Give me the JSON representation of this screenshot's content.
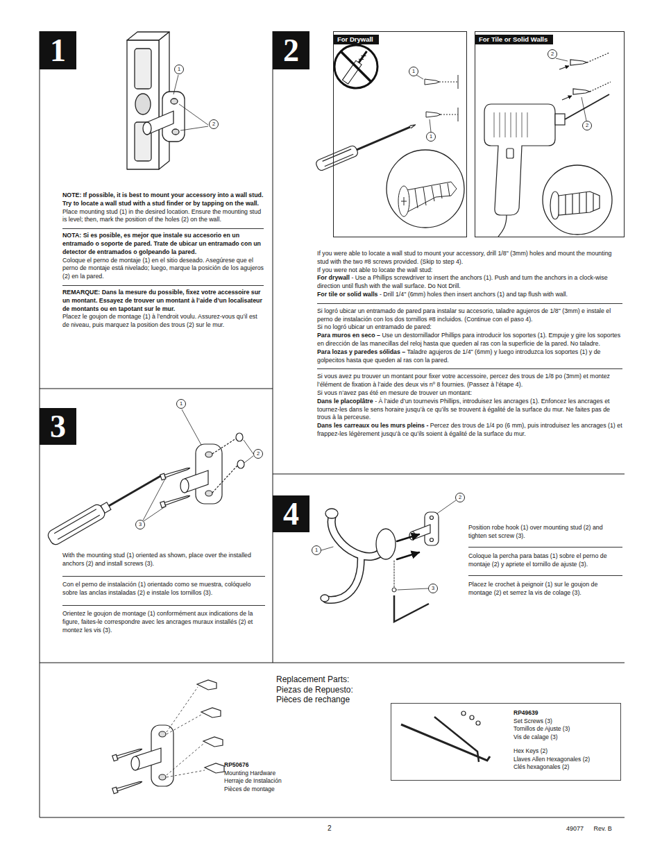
{
  "diagram": {
    "nodes": [
      {
        "text": [
          "1"
        ]
      },
      {
        "text": [
          "1"
        ]
      },
      {
        "text": [
          "2"
        ]
      },
      {
        "text": [
          "2"
        ]
      },
      {
        "text": [
          "For Drywall"
        ]
      },
      {
        "text": [
          "1"
        ],
        "in": 4
      },
      {
        "text": [
          "1"
        ],
        "in": 4
      },
      {
        "text": [
          "For Tile or Solid Walls"
        ]
      },
      {
        "text": [
          "2"
        ],
        "in": 7
      },
      {
        "text": [
          "2"
        ],
        "in": 7
      },
      {
        "text": [
          "3"
        ]
      },
      {
        "text": [
          "1"
        ]
      },
      {
        "text": [
          "2"
        ]
      },
      {
        "text": [
          "3"
        ]
      },
      {
        "text": [
          "4"
        ]
      },
      {
        "text": [
          "2"
        ]
      },
      {
        "text": [
          "1"
        ]
      },
      {
        "text": [
          "3"
        ]
      },
      {
        "text": [
          "RP49639",
          "Set Screws (3)",
          "Tornillos de Ajuste (3)",
          "Vis de calage (3)",
          "Hex Keys (2)",
          "Llaves Allen Hexagonales (2)",
          "Clés hexagonales (2)"
        ]
      }
    ],
    "labels": [
      "NOTE: If possible, it is best to mount your accessory into a wall stud. Try to locate a wall stud with a stud finder or by tapping on the wall.",
      "Place mounting stud (1) in the desired location. Ensure the mounting stud is level; then, mark the position of the holes (2) on the wall.",
      "NOTA: Si es posible, es mejor que instale su accesorio en un entramado o soporte de pared. Trate de ubicar un entramado con un detector de entramados o golpeando la pared.",
      "Coloque el perno de montaje (1) en el sitio deseado. Asegúrese que el perno de montaje está nivelado; luego, marque la posición de los agujeros (2) en la pared.",
      "REMARQUE: Dans la mesure du possible, fixez votre accessoire sur un montant. Essayez de trouver un montant à l’aide d’un localisateur de montants ou en tapotant sur le mur.",
      "Placez le goujon de montage (1) à l’endroit voulu. Assurez-vous qu’il est de niveau, puis marquez la position des trous (2) sur le mur.",
      "If you were able to locate a wall stud to mount your accessory, drill 1/8\" (3mm) holes and mount the mounting stud with the two #8 screws provided. (Skip to step 4).",
      "If you were not able to locate the wall stud:",
      "For drywall",
      "- Use a Phillips screwdriver to insert the anchors (1). Push and turn the anchors in a clock-wise direction until flush with the wall surface. Do Not Drill.",
      "For tile or solid walls",
      "- Drill 1/4\" (6mm) holes then insert anchors (1) and tap flush with wall.",
      "Si logró ubicar un entramado de pared para instalar su accesorio, taladre agujeros de 1/8\" (3mm) e instale el perno de instalación con los dos tornillos #8 incluidos. (Continue con el paso 4).",
      "Si no logró ubicar un entramado de pared:",
      "Para muros en seco –",
      "Use un destornillador Phillips para introducir los soportes (1). Empuje y gire los soportes en dirección de las manecillas del reloj hasta que queden al ras con la superficie de la pared. No taladre.",
      "Para lozas y paredes sólidas –",
      "Taladre agujeros de 1/4\" (6mm) y luego introduzca los soportes (1) y de golpecitos hasta que queden al ras con la pared.",
      "Si vous avez pu trouver un montant pour fixer votre accessoire, percez des trous de 1/8 po (3mm) et montez l’élément de fixation à l’aide des deux vis nº 8 fournies. (Passez à l’étape 4).",
      "Si vous n’avez pas été en mesure de trouver un montant:",
      "Dans le placoplâtre",
      "- À l’aide d’un tournevis Phillips, introduisez les ancrages (1). Enfoncez les ancrages et tournez-les dans le sens horaire jusqu’à ce qu’ils se trouvent à égalité de la surface du mur. Ne faites pas de trous à la perceuse.",
      "Dans les carreaux ou les murs pleins -",
      "Percez des trous de 1/4 po (6 mm), puis introduisez les ancrages (1) et frappez-les légèrement jusqu’à ce qu’ils soient à égalité de la surface du mur.",
      "With the mounting stud (1) oriented as shown, place over the installed anchors (2) and install screws (3).",
      "Con el perno de instalación (1) orientado como se muestra, colóquelo sobre las anclas instaladas (2) e instale los tornillos (3).",
      "Orientez le goujon de montage (1) conformément aux indications de la figure, faites-le correspondre avec les ancrages muraux installés (2) et montez les vis (3).",
      "Position robe hook (1) over mounting stud (2) and tighten set screw (3).",
      "Coloque la percha para batas (1) sobre el perno de montaje (2) y apriete el tornillo de ajuste (3).",
      "Placez le crochet à peignoir (1) sur le goujon de montage (2) et serrez la vis de colage (3).",
      "Replacement Parts:",
      "Piezas de Repuesto:",
      "Pièces de rechange",
      "RP50676",
      "Mounting Hardware",
      "Herraje de Instalación",
      "Pièces de montage",
      "2",
      "49077",
      "Rev. B"
    ]
  }
}
